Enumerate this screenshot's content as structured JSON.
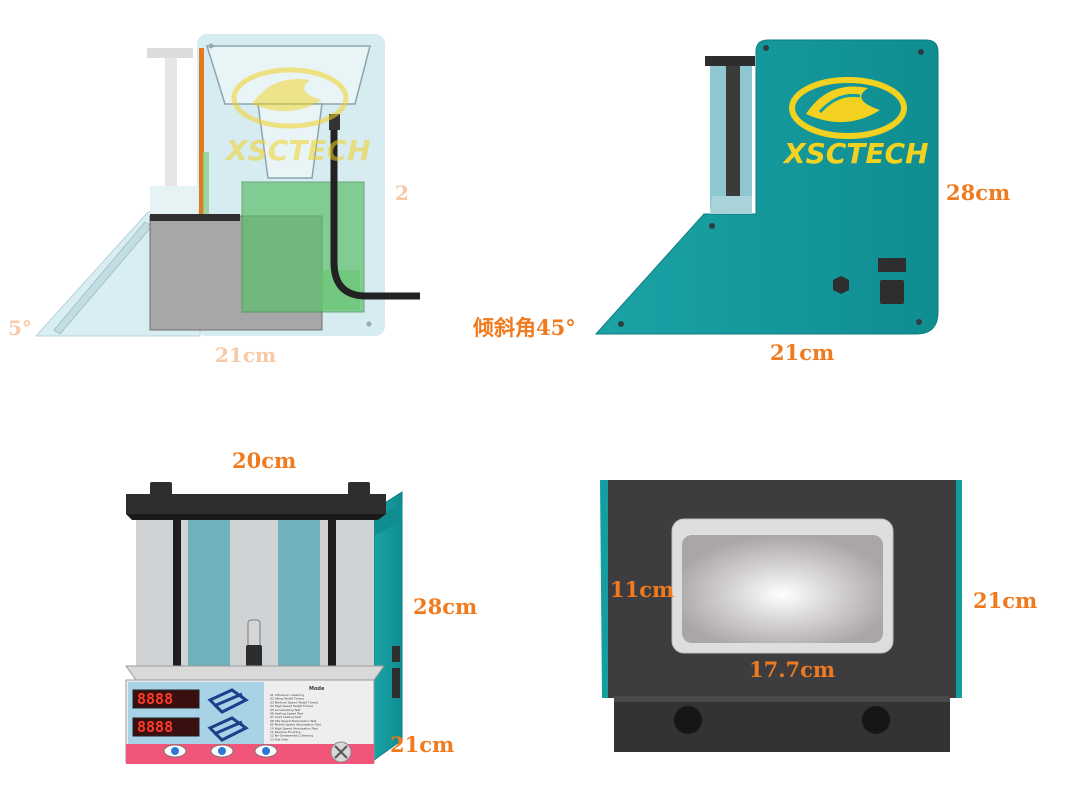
{
  "brand": {
    "logo_text": "XSCTECH",
    "colors": {
      "teal": "#159ea0",
      "logo_yellow": "#f2d120",
      "dimension_orange": "#f07a1e",
      "dark_body": "#3d3d3f",
      "glass_blue": "#cfe9ee",
      "green_tank": "#5cbf6a"
    }
  },
  "views": {
    "transparent_side": {
      "angle_label": "5°",
      "width_label": "21cm",
      "cut_label": "2"
    },
    "side": {
      "angle_label": "倾斜角45°",
      "width_label": "21cm",
      "height_label": "28cm"
    },
    "front": {
      "top_width_label": "20cm",
      "height_label": "28cm",
      "depth_label": "21cm"
    },
    "top": {
      "inner_height_label": "11cm",
      "inner_width_label": "17.7cm",
      "depth_label": "21cm"
    }
  },
  "control_panel": {
    "displays": [
      "8888",
      "8888"
    ],
    "menu_title": "Mode",
    "menu_items": [
      "01 Ultrasonic Cleaning",
      "02 Idling Test(6 Times)",
      "03 Medium Speed Test(6 Times)",
      "04 High Speed Test(6 Times)",
      "05 Accelerating Test",
      "06 Sealing Speed Test",
      "07 Load Sealing Test",
      "08 Idle Speed Atomization Test",
      "09 Middle Speed Atomization Test",
      "10 High Speed Atomization Test",
      "11 Reverse Flushing",
      "12 No-Disassembly Cleaning",
      "13 Flat Safe"
    ]
  }
}
